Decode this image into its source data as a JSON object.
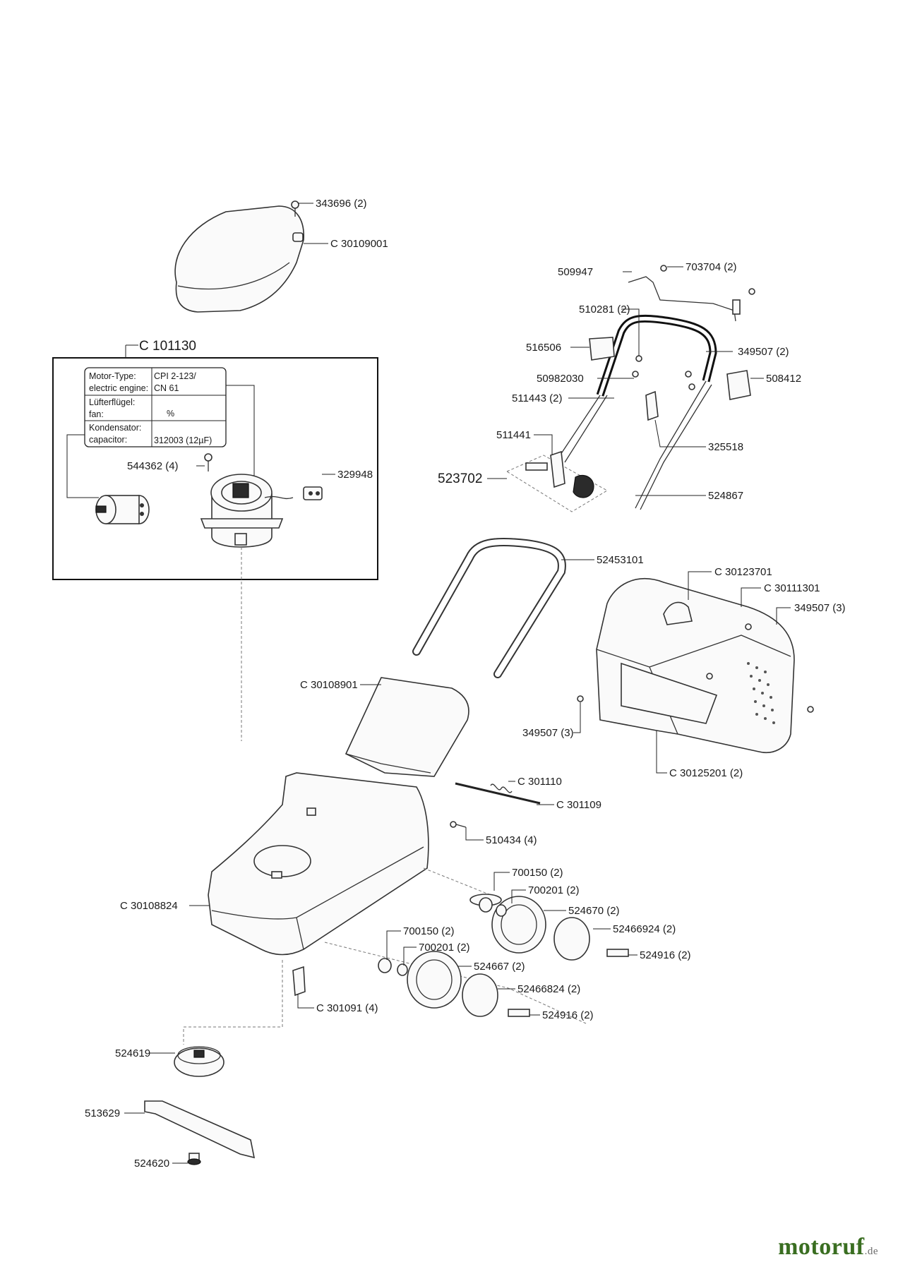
{
  "assembly_label": "523702",
  "motor_group": {
    "label": "C 101130",
    "table": {
      "rows": [
        {
          "key": "Motor-Type:\nelectric engine:",
          "value": "CPI 2-123/\nCN 61"
        },
        {
          "key": "Lüfterflügel:\nfan:",
          "value": "%"
        },
        {
          "key": "Kondensator:\ncapacitor:",
          "value": "312003 (12µF)"
        }
      ]
    }
  },
  "parts": [
    {
      "id": "p01",
      "label": "343696 (2)"
    },
    {
      "id": "p02",
      "label": "C 30109001"
    },
    {
      "id": "p03",
      "label": "509947"
    },
    {
      "id": "p04",
      "label": "703704 (2)"
    },
    {
      "id": "p05",
      "label": "510281 (2)"
    },
    {
      "id": "p06",
      "label": "516506"
    },
    {
      "id": "p07",
      "label": "349507 (2)"
    },
    {
      "id": "p08",
      "label": "50982030"
    },
    {
      "id": "p09",
      "label": "508412"
    },
    {
      "id": "p10",
      "label": "511443 (2)"
    },
    {
      "id": "p11",
      "label": "511441"
    },
    {
      "id": "p12",
      "label": "325518"
    },
    {
      "id": "p13",
      "label": "524867"
    },
    {
      "id": "p14",
      "label": "544362 (4)"
    },
    {
      "id": "p15",
      "label": "329948"
    },
    {
      "id": "p16",
      "label": "52453101"
    },
    {
      "id": "p17",
      "label": "C 30123701"
    },
    {
      "id": "p18",
      "label": "C 30111301"
    },
    {
      "id": "p19",
      "label": "349507 (3)"
    },
    {
      "id": "p20",
      "label": "C 30108901"
    },
    {
      "id": "p21",
      "label": "349507 (3)"
    },
    {
      "id": "p22",
      "label": "C 30125201 (2)"
    },
    {
      "id": "p23",
      "label": "C 301110"
    },
    {
      "id": "p24",
      "label": "C 301109"
    },
    {
      "id": "p25",
      "label": "510434 (4)"
    },
    {
      "id": "p26",
      "label": "700150 (2)"
    },
    {
      "id": "p27",
      "label": "700201 (2)"
    },
    {
      "id": "p28",
      "label": "524670 (2)"
    },
    {
      "id": "p29",
      "label": "52466924 (2)"
    },
    {
      "id": "p30",
      "label": "C 30108824"
    },
    {
      "id": "p31",
      "label": "524916 (2)"
    },
    {
      "id": "p32",
      "label": "700150 (2)"
    },
    {
      "id": "p33",
      "label": "700201 (2)"
    },
    {
      "id": "p34",
      "label": "524667 (2)"
    },
    {
      "id": "p35",
      "label": "52466824 (2)"
    },
    {
      "id": "p36",
      "label": "524916 (2)"
    },
    {
      "id": "p37",
      "label": "C 301091 (4)"
    },
    {
      "id": "p38",
      "label": "524619"
    },
    {
      "id": "p39",
      "label": "513629"
    },
    {
      "id": "p40",
      "label": "524620"
    }
  ],
  "watermark": {
    "name": "motoruf",
    "tld": ".de"
  }
}
